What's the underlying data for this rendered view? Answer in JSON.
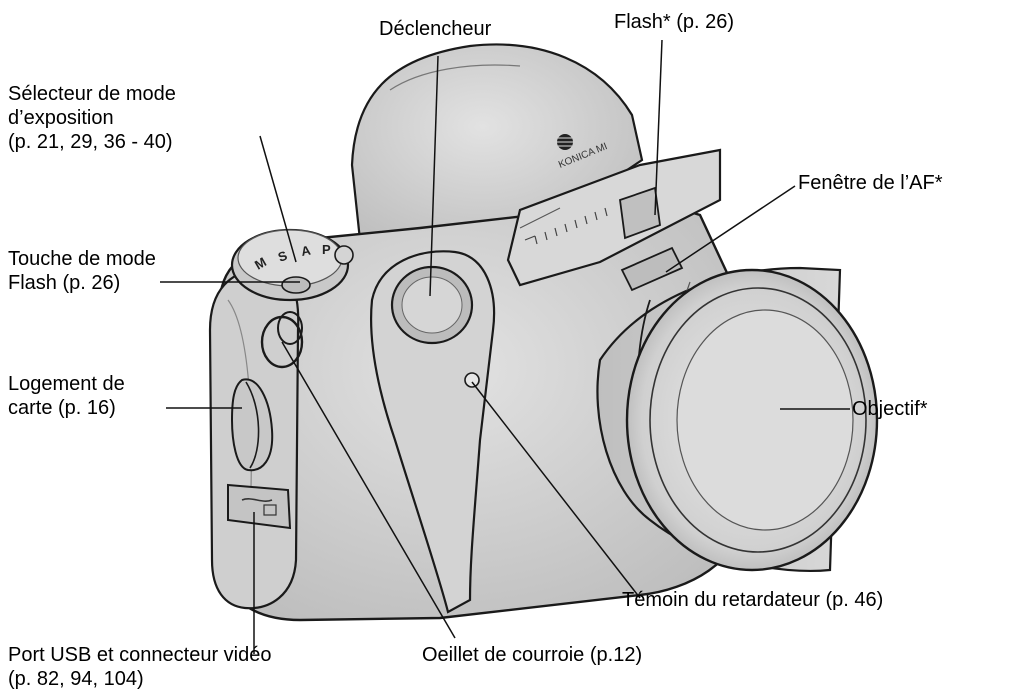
{
  "labels": {
    "declencheur": "Déclencheur",
    "flash": "Flash* (p. 26)",
    "selecteur_l1": "Sélecteur de mode",
    "selecteur_l2": "d’exposition",
    "selecteur_l3": "(p. 21, 29, 36 - 40)",
    "fenetre_af": "Fenêtre de l’AF*",
    "touche_flash_l1": "Touche de mode",
    "touche_flash_l2": "Flash (p. 26)",
    "logement_l1": "Logement de",
    "logement_l2": "carte (p. 16)",
    "objectif": "Objectif*",
    "temoin": "Témoin du retardateur (p. 46)",
    "port_l1": "Port USB et connecteur vidéo",
    "port_l2": "(p. 82, 94, 104)",
    "oeillet": "Oeillet de courroie (p.12)"
  },
  "camera": {
    "brand_text": "KONICA MI",
    "dial_letters": [
      "M",
      "S",
      "A",
      "P"
    ]
  }
}
